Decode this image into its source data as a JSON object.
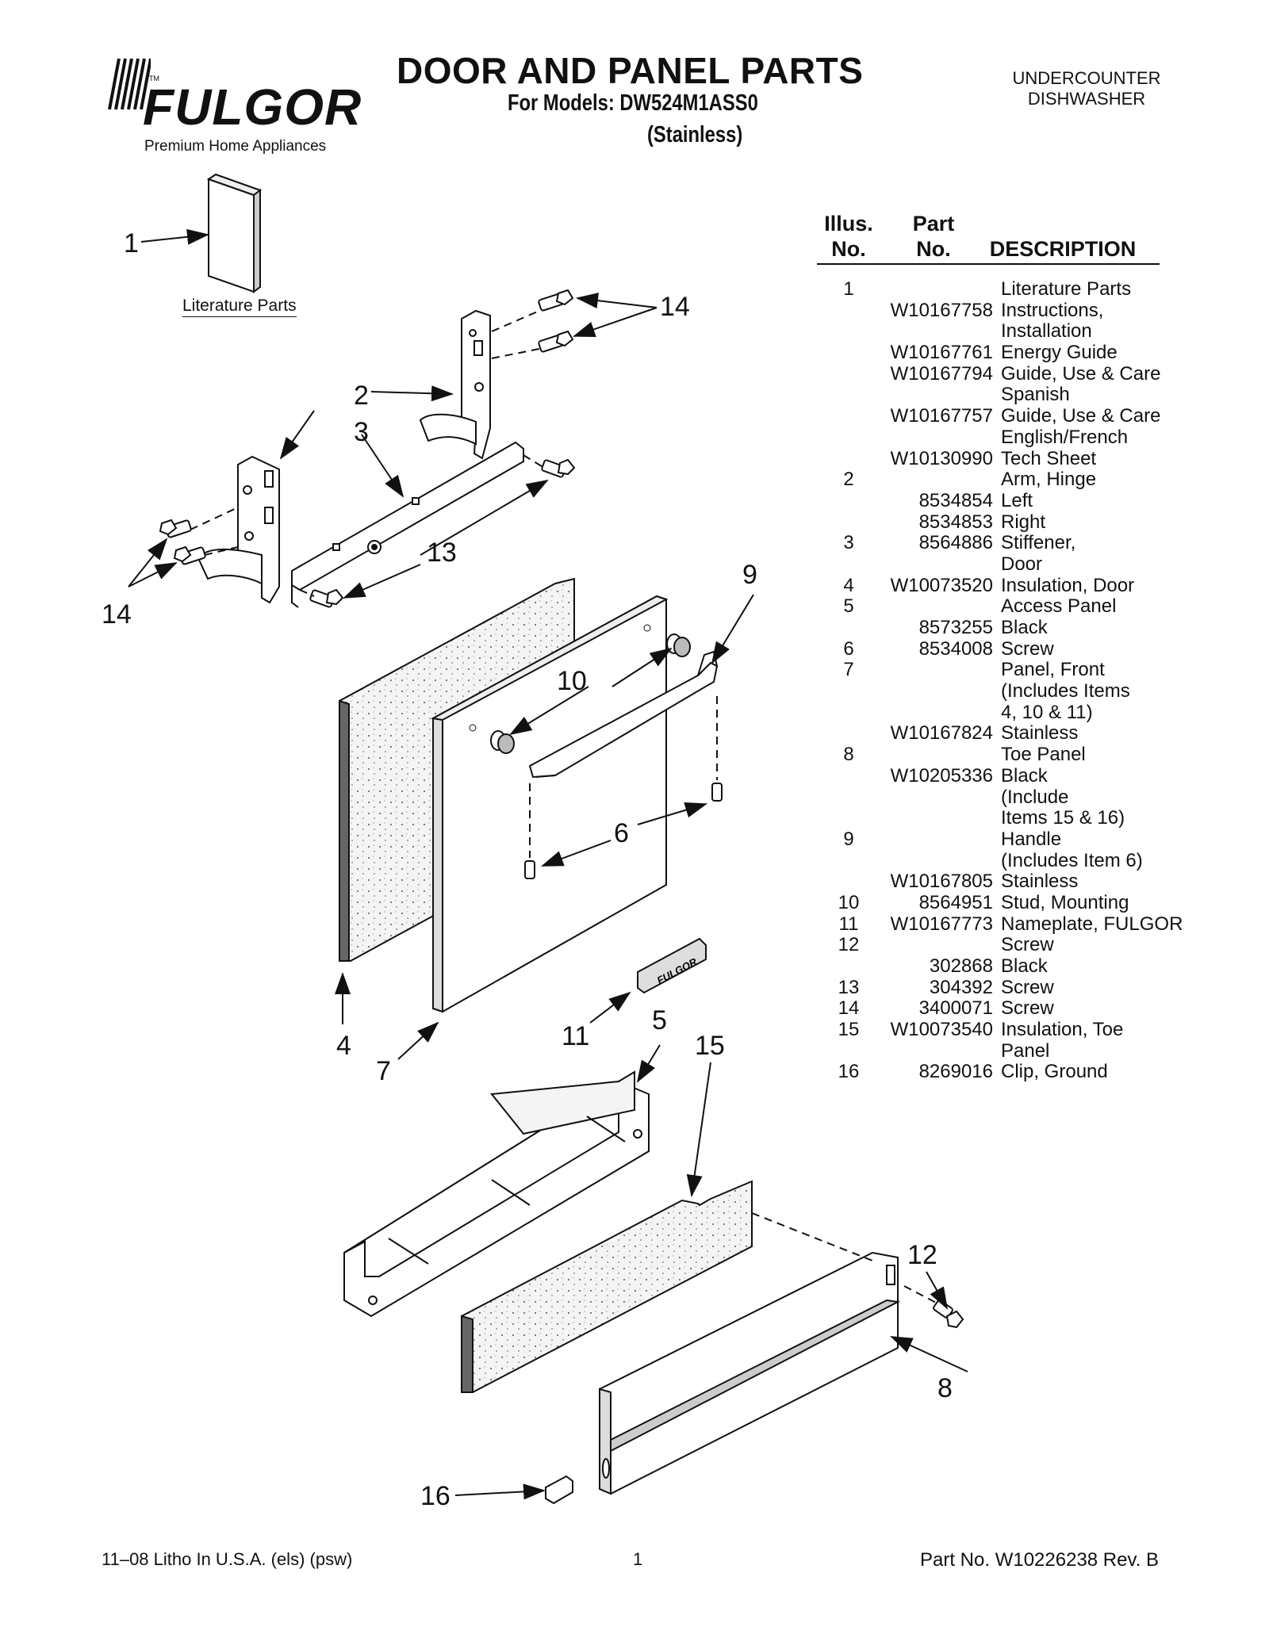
{
  "header": {
    "brand": "FULGOR",
    "tm": "TM",
    "tagline": "Premium Home Appliances",
    "title": "DOOR AND PANEL PARTS",
    "models": "For Models: DW524M1ASS0",
    "variant": "(Stainless)",
    "product_line1": "UNDERCOUNTER",
    "product_line2": "DISHWASHER"
  },
  "table": {
    "headers": {
      "illus_top": "Illus.",
      "illus_bottom": "No.",
      "part_top": "Part",
      "part_bottom": "No.",
      "description": "DESCRIPTION"
    },
    "rows": [
      {
        "no": "1",
        "part": "",
        "desc": "Literature Parts"
      },
      {
        "no": "",
        "part": "W10167758",
        "desc": "Instructions,"
      },
      {
        "no": "",
        "part": "",
        "desc": "Installation"
      },
      {
        "no": "",
        "part": "W10167761",
        "desc": "Energy Guide"
      },
      {
        "no": "",
        "part": "W10167794",
        "desc": "Guide, Use & Care"
      },
      {
        "no": "",
        "part": "",
        "desc": "Spanish"
      },
      {
        "no": "",
        "part": "W10167757",
        "desc": "Guide, Use & Care"
      },
      {
        "no": "",
        "part": "",
        "desc": "English/French"
      },
      {
        "no": "",
        "part": "W10130990",
        "desc": "Tech Sheet"
      },
      {
        "no": "2",
        "part": "",
        "desc": "Arm, Hinge"
      },
      {
        "no": "",
        "part": "8534854",
        "desc": "Left"
      },
      {
        "no": "",
        "part": "8534853",
        "desc": "Right"
      },
      {
        "no": "3",
        "part": "8564886",
        "desc": "Stiffener,"
      },
      {
        "no": "",
        "part": "",
        "desc": "Door"
      },
      {
        "no": "4",
        "part": "W10073520",
        "desc": "Insulation, Door"
      },
      {
        "no": "5",
        "part": "",
        "desc": "Access Panel"
      },
      {
        "no": "",
        "part": "8573255",
        "desc": "Black"
      },
      {
        "no": "6",
        "part": "8534008",
        "desc": "Screw"
      },
      {
        "no": "7",
        "part": "",
        "desc": "Panel, Front"
      },
      {
        "no": "",
        "part": "",
        "desc": "(Includes Items"
      },
      {
        "no": "",
        "part": "",
        "desc": "4, 10 & 11)"
      },
      {
        "no": "",
        "part": "W10167824",
        "desc": "Stainless"
      },
      {
        "no": "8",
        "part": "",
        "desc": "Toe Panel"
      },
      {
        "no": "",
        "part": "W10205336",
        "desc": "Black"
      },
      {
        "no": "",
        "part": "",
        "desc": "(Include"
      },
      {
        "no": "",
        "part": "",
        "desc": "Items 15 & 16)"
      },
      {
        "no": "9",
        "part": "",
        "desc": "Handle"
      },
      {
        "no": "",
        "part": "",
        "desc": "(Includes Item 6)"
      },
      {
        "no": "",
        "part": "W10167805",
        "desc": "Stainless"
      },
      {
        "no": "10",
        "part": "8564951",
        "desc": "Stud, Mounting"
      },
      {
        "no": "11",
        "part": "W10167773",
        "desc": "Nameplate, FULGOR"
      },
      {
        "no": "12",
        "part": "",
        "desc": "Screw"
      },
      {
        "no": "",
        "part": "302868",
        "desc": "Black"
      },
      {
        "no": "13",
        "part": "304392",
        "desc": "Screw"
      },
      {
        "no": "14",
        "part": "3400071",
        "desc": "Screw"
      },
      {
        "no": "15",
        "part": "W10073540",
        "desc": "Insulation, Toe"
      },
      {
        "no": "",
        "part": "",
        "desc": "Panel"
      },
      {
        "no": "16",
        "part": "8269016",
        "desc": "Clip, Ground"
      }
    ]
  },
  "diagram": {
    "literature_label": "Literature Parts",
    "nameplate_text": "FULGOR",
    "callouts": {
      "c1": "1",
      "c2": "2",
      "c3": "3",
      "c4": "4",
      "c5": "5",
      "c6": "6",
      "c7": "7",
      "c8": "8",
      "c9": "9",
      "c10": "10",
      "c11": "11",
      "c12": "12",
      "c13": "13",
      "c14a": "14",
      "c14b": "14",
      "c15": "15",
      "c16": "16"
    }
  },
  "footer": {
    "left": "11–08 Litho In U.S.A. (els) (psw)",
    "page": "1",
    "right": "Part No. W10226238 Rev. B"
  }
}
